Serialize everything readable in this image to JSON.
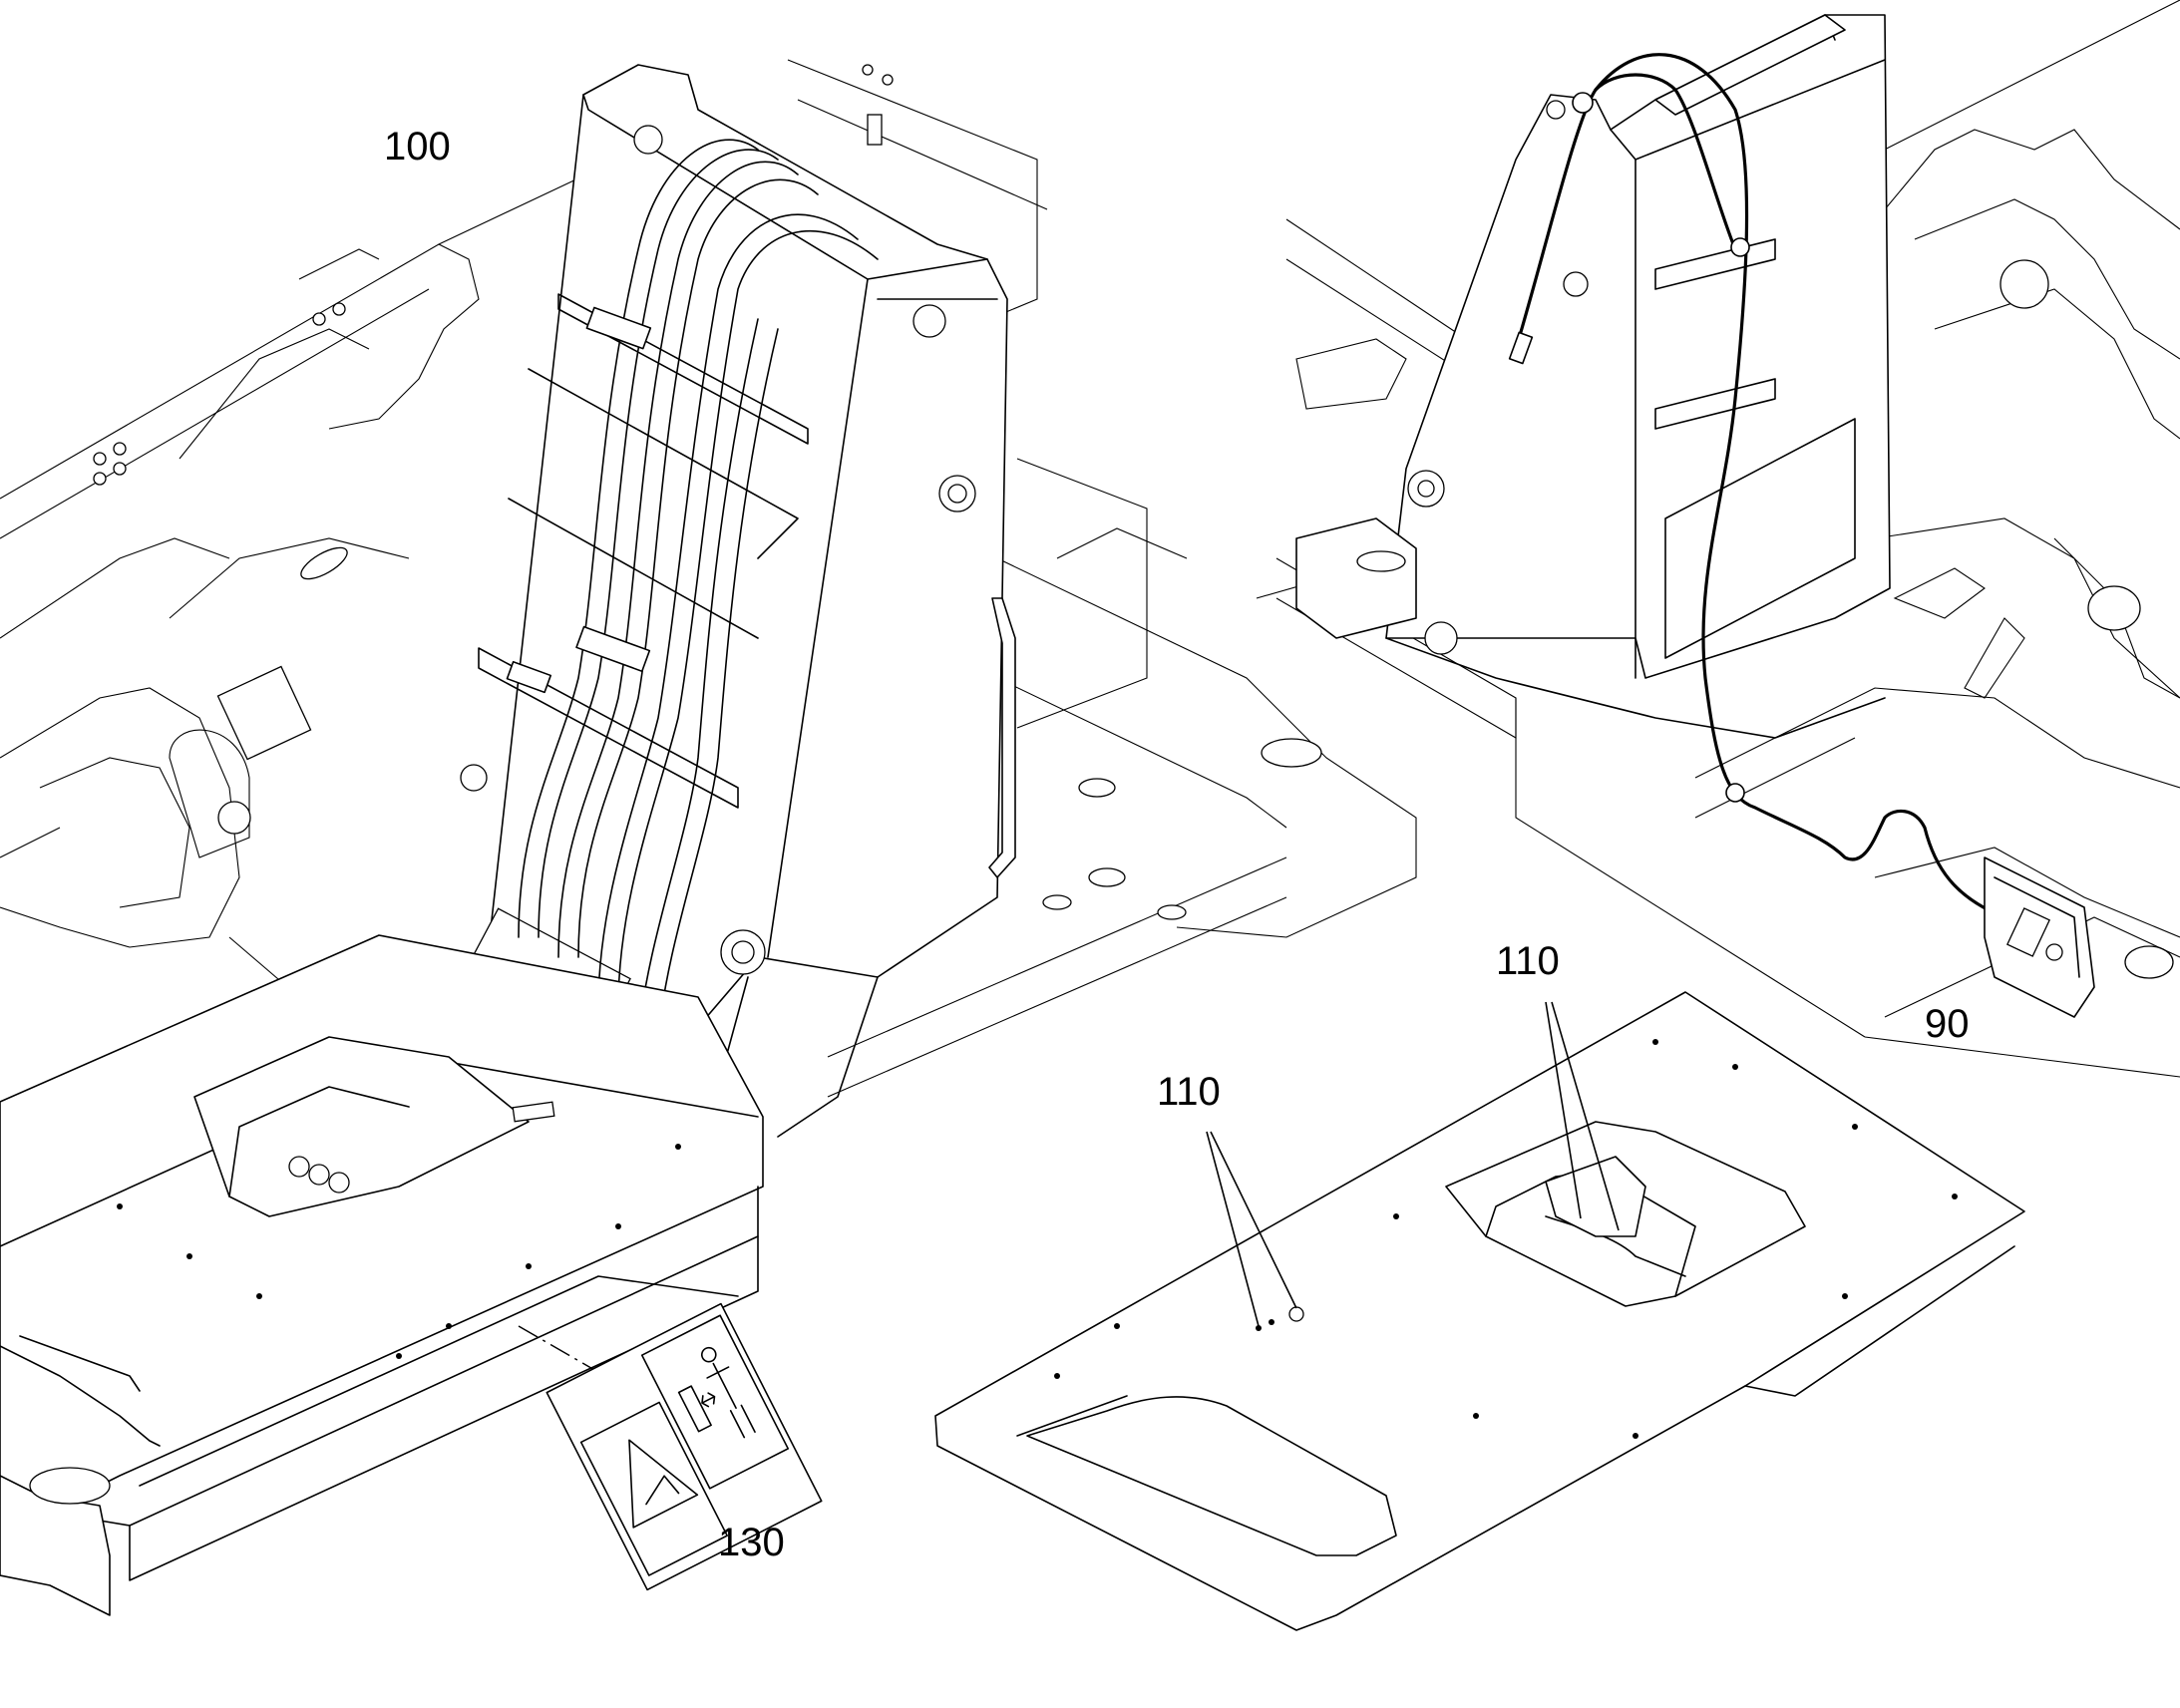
{
  "callouts": {
    "c100": "100",
    "c110a": "110",
    "c110b": "110",
    "c90": "90",
    "c130": "130"
  },
  "icons": {
    "warning_decal": "crush-hazard-warning-icon",
    "person_decal": "keep-distance-person-icon"
  }
}
